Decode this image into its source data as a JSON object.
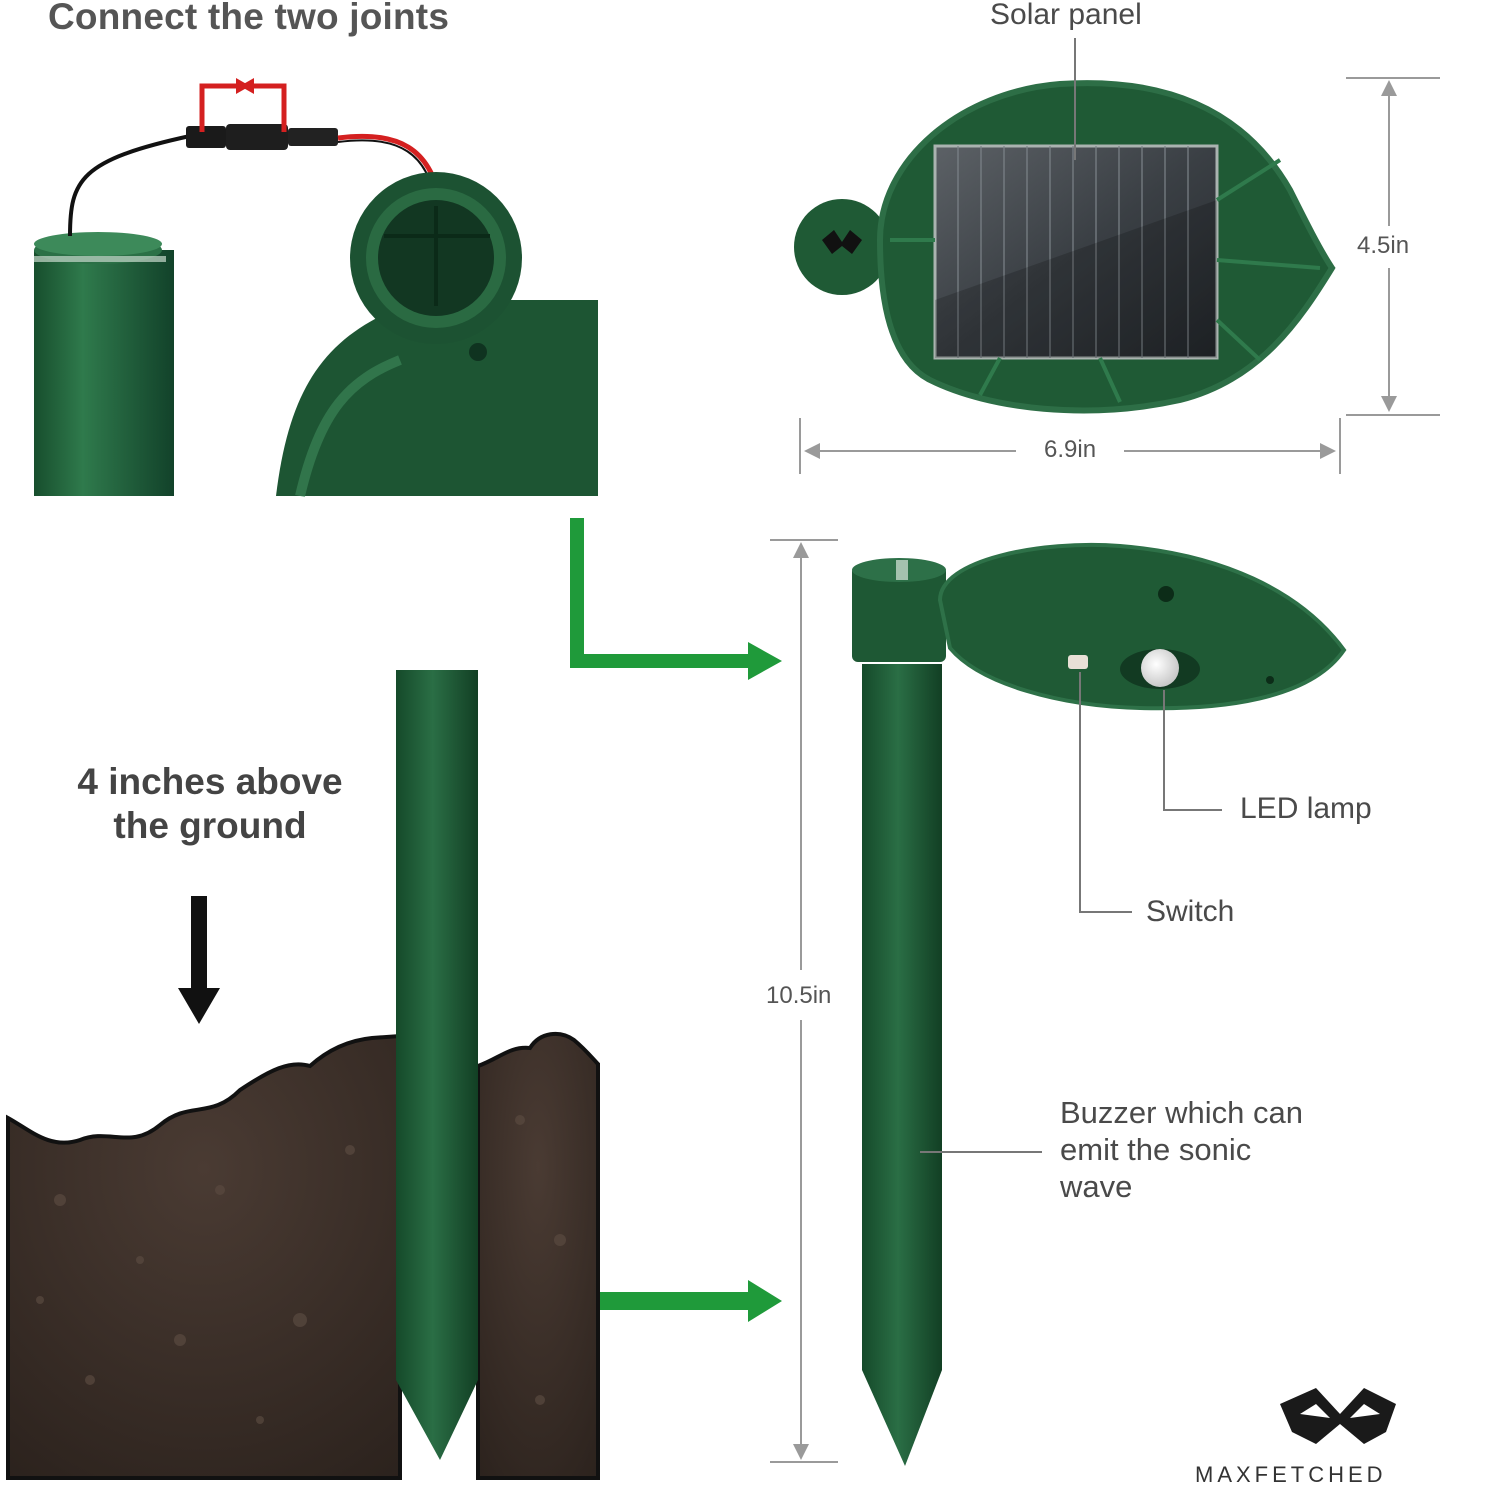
{
  "heading": "Connect the two joints",
  "install_note": "4 inches above the ground",
  "labels": {
    "solar_panel": "Solar panel",
    "led_lamp": "LED lamp",
    "switch": "Switch",
    "buzzer": "Buzzer which can emit the sonic wave"
  },
  "dimensions": {
    "width": "6.9in",
    "depth": "4.5in",
    "height": "10.5in"
  },
  "brand": {
    "name": "MAXFETCHED",
    "logo_icon": "mask-logo-icon"
  },
  "colors": {
    "product_green": "#1f5a35",
    "arrow_green": "#1f9a3a",
    "wire_red": "#d42020",
    "soil": "#3a2e28"
  }
}
